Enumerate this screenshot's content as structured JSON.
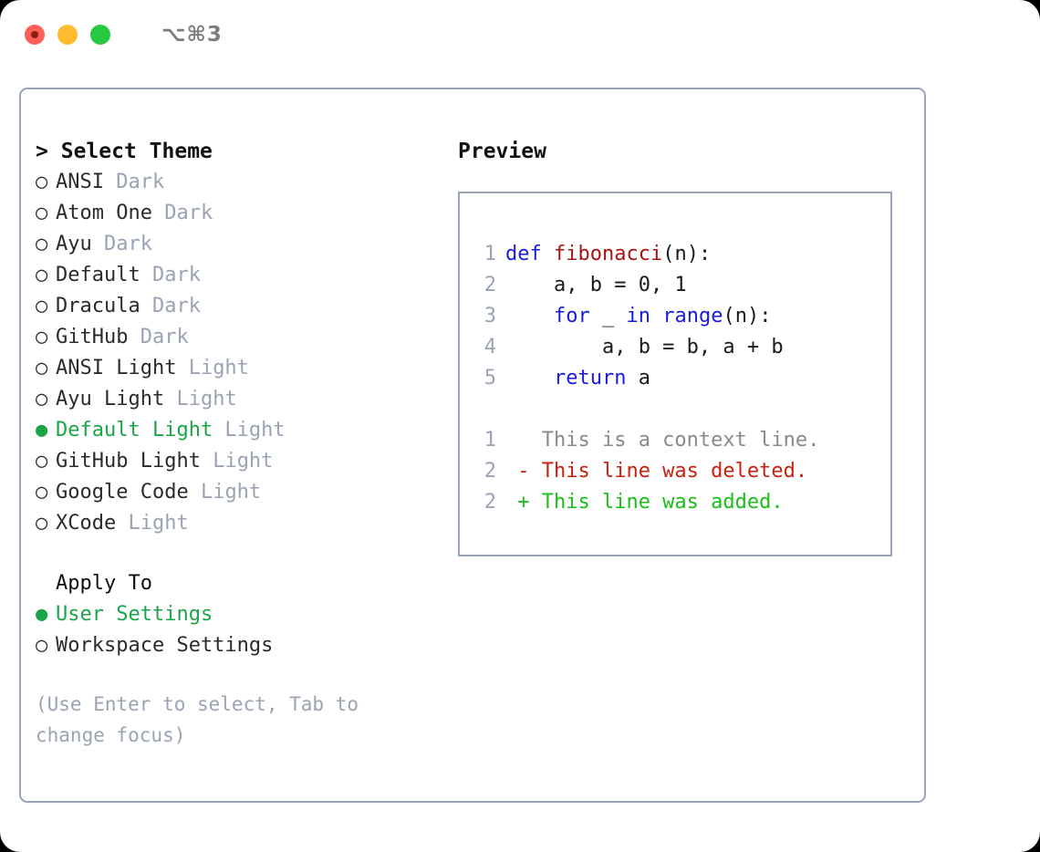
{
  "titlebar": {
    "shortcut": "⌥⌘3",
    "buttons": [
      {
        "name": "close",
        "color": "#ff6058"
      },
      {
        "name": "minimize",
        "color": "#ffbd2e"
      },
      {
        "name": "maximize",
        "color": "#28c840"
      }
    ]
  },
  "colors": {
    "selection_green": "#1aa548",
    "diff_add_green": "#18c018",
    "diff_del_red": "#cc1f0f",
    "keyword_blue": "#1a1ae0",
    "function_red": "#a81414",
    "muted_gray": "#9aa3b4",
    "border": "#9aa4b8"
  },
  "theme_list": {
    "header": "Select Theme",
    "prompt": ">",
    "marker_selected": "●",
    "marker_unselected": "○",
    "items": [
      {
        "label": "ANSI",
        "suffix": "Dark",
        "selected": false
      },
      {
        "label": "Atom One",
        "suffix": "Dark",
        "selected": false
      },
      {
        "label": "Ayu",
        "suffix": "Dark",
        "selected": false
      },
      {
        "label": "Default",
        "suffix": "Dark",
        "selected": false
      },
      {
        "label": "Dracula",
        "suffix": "Dark",
        "selected": false
      },
      {
        "label": "GitHub",
        "suffix": "Dark",
        "selected": false
      },
      {
        "label": "ANSI Light",
        "suffix": "Light",
        "selected": false
      },
      {
        "label": "Ayu Light",
        "suffix": "Light",
        "selected": false
      },
      {
        "label": "Default Light",
        "suffix": "Light",
        "selected": true
      },
      {
        "label": "GitHub Light",
        "suffix": "Light",
        "selected": false
      },
      {
        "label": "Google Code",
        "suffix": "Light",
        "selected": false
      },
      {
        "label": "XCode",
        "suffix": "Light",
        "selected": false
      }
    ]
  },
  "apply_to": {
    "header": "Apply To",
    "items": [
      {
        "label": "User Settings",
        "selected": true
      },
      {
        "label": "Workspace Settings",
        "selected": false
      }
    ]
  },
  "hint": "(Use Enter to select, Tab to change focus)",
  "preview": {
    "title": "Preview",
    "code_lines": [
      {
        "num": "1",
        "tokens": [
          {
            "text": "def ",
            "kind": "kw"
          },
          {
            "text": "fibonacci",
            "kind": "fn"
          },
          {
            "text": "(n):",
            "kind": "plain"
          }
        ]
      },
      {
        "num": "2",
        "tokens": [
          {
            "text": "    a, b = 0, 1",
            "kind": "plain"
          }
        ]
      },
      {
        "num": "3",
        "tokens": [
          {
            "text": "    ",
            "kind": "plain"
          },
          {
            "text": "for",
            "kind": "kw"
          },
          {
            "text": " _ ",
            "kind": "plain"
          },
          {
            "text": "in",
            "kind": "kw"
          },
          {
            "text": " ",
            "kind": "plain"
          },
          {
            "text": "range",
            "kind": "kw"
          },
          {
            "text": "(n):",
            "kind": "plain"
          }
        ]
      },
      {
        "num": "4",
        "tokens": [
          {
            "text": "        a, b = b, a + b",
            "kind": "plain"
          }
        ]
      },
      {
        "num": "5",
        "tokens": [
          {
            "text": "    ",
            "kind": "plain"
          },
          {
            "text": "return",
            "kind": "kw"
          },
          {
            "text": " a",
            "kind": "plain"
          }
        ]
      }
    ],
    "diff_lines": [
      {
        "num": "1",
        "marker": " ",
        "text": "This is a context line.",
        "kind": "ctx"
      },
      {
        "num": "2",
        "marker": "-",
        "text": "This line was deleted.",
        "kind": "del"
      },
      {
        "num": "2",
        "marker": "+",
        "text": "This line was added.",
        "kind": "add"
      }
    ]
  }
}
